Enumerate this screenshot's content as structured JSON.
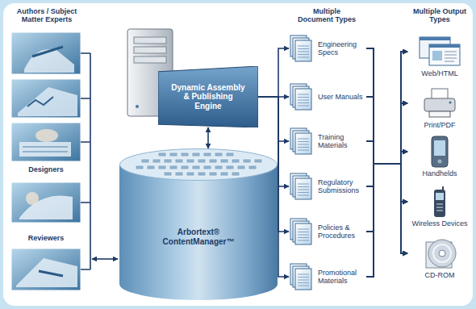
{
  "diagram": {
    "nodes": [
      {
        "text": [
          "Dynamic Assembly & Publishing Engine"
        ]
      },
      {
        "text": [
          "Arbortext® ContentManager™"
        ]
      },
      {
        "text": [
          "Engineering Specs"
        ]
      },
      {
        "text": [
          "User Manuals"
        ]
      },
      {
        "text": [
          "Training Materials"
        ]
      },
      {
        "text": [
          "Regulatory Submissions"
        ]
      },
      {
        "text": [
          "Policies & Procedures"
        ]
      },
      {
        "text": [
          "Promotional Materials"
        ]
      },
      {
        "text": [
          "Web/HTML"
        ]
      },
      {
        "text": [
          "Print/PDF"
        ]
      },
      {
        "text": [
          "Handhelds"
        ]
      },
      {
        "text": [
          "Wireless Devices"
        ]
      },
      {
        "text": [
          "CD-ROM"
        ]
      }
    ],
    "edges": [
      {
        "from": 0,
        "to": 1,
        "arrow": "both"
      },
      {
        "from": 0,
        "to": 2,
        "arrow": "to"
      },
      {
        "from": 0,
        "to": 3,
        "arrow": "to"
      },
      {
        "from": 0,
        "to": 4,
        "arrow": "to"
      },
      {
        "from": 0,
        "to": 5,
        "arrow": "to"
      },
      {
        "from": 0,
        "to": 6,
        "arrow": "to"
      },
      {
        "from": 0,
        "to": 7,
        "arrow": "to"
      },
      {
        "from": 2,
        "to": 8,
        "arrow": "to"
      },
      {
        "from": 2,
        "to": 9,
        "arrow": "to"
      },
      {
        "from": 2,
        "to": 10,
        "arrow": "to"
      },
      {
        "from": 2,
        "to": 11,
        "arrow": "to"
      },
      {
        "from": 2,
        "to": 12,
        "arrow": "to"
      },
      {
        "from": 3,
        "to": 8,
        "arrow": "to"
      },
      {
        "from": 3,
        "to": 9,
        "arrow": "to"
      },
      {
        "from": 3,
        "to": 10,
        "arrow": "to"
      },
      {
        "from": 3,
        "to": 11,
        "arrow": "to"
      },
      {
        "from": 3,
        "to": 12,
        "arrow": "to"
      },
      {
        "from": 4,
        "to": 8,
        "arrow": "to"
      },
      {
        "from": 4,
        "to": 9,
        "arrow": "to"
      },
      {
        "from": 4,
        "to": 10,
        "arrow": "to"
      },
      {
        "from": 4,
        "to": 11,
        "arrow": "to"
      },
      {
        "from": 4,
        "to": 12,
        "arrow": "to"
      },
      {
        "from": 5,
        "to": 8,
        "arrow": "to"
      },
      {
        "from": 5,
        "to": 9,
        "arrow": "to"
      },
      {
        "from": 5,
        "to": 10,
        "arrow": "to"
      },
      {
        "from": 5,
        "to": 11,
        "arrow": "to"
      },
      {
        "from": 5,
        "to": 12,
        "arrow": "to"
      },
      {
        "from": 6,
        "to": 8,
        "arrow": "to"
      },
      {
        "from": 6,
        "to": 9,
        "arrow": "to"
      },
      {
        "from": 6,
        "to": 10,
        "arrow": "to"
      },
      {
        "from": 6,
        "to": 11,
        "arrow": "to"
      },
      {
        "from": 6,
        "to": 12,
        "arrow": "to"
      },
      {
        "from": 7,
        "to": 8,
        "arrow": "to"
      },
      {
        "from": 7,
        "to": 9,
        "arrow": "to"
      },
      {
        "from": 7,
        "to": 10,
        "arrow": "to"
      },
      {
        "from": 7,
        "to": 11,
        "arrow": "to"
      },
      {
        "from": 7,
        "to": 12,
        "arrow": "to"
      }
    ],
    "labels": [
      "Authors / Subject Matter Experts",
      "Designers",
      "Reviewers",
      "Multiple Document Types",
      "Multiple Output Types"
    ]
  }
}
